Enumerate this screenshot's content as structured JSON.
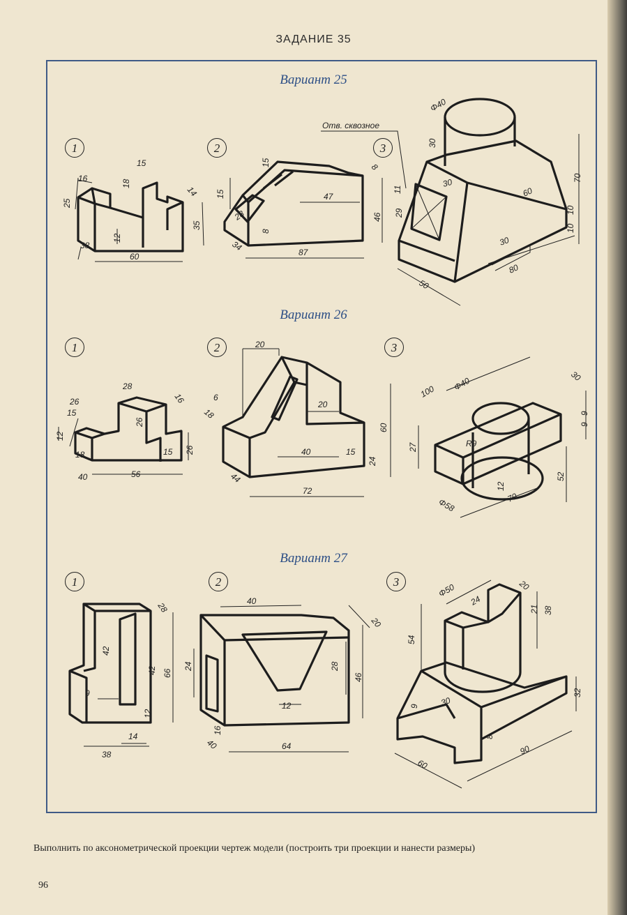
{
  "task_title": "ЗАДАНИЕ 35",
  "variants": [
    {
      "title": "Вариант 25",
      "drawings": [
        {
          "number": "1",
          "dims": [
            "16",
            "15",
            "18",
            "14",
            "25",
            "12",
            "35",
            "38",
            "60"
          ]
        },
        {
          "number": "2",
          "dims": [
            "15",
            "15",
            "47",
            "28",
            "8",
            "46",
            "34",
            "87",
            "8"
          ]
        },
        {
          "number": "3",
          "note": "Отв. сквозное",
          "dims": [
            "Φ40",
            "30",
            "11",
            "29",
            "30",
            "60",
            "70",
            "10",
            "10",
            "30",
            "80",
            "50"
          ]
        }
      ]
    },
    {
      "title": "Вариант 26",
      "drawings": [
        {
          "number": "1",
          "dims": [
            "28",
            "16",
            "26",
            "15",
            "26",
            "12",
            "18",
            "15",
            "26",
            "40",
            "56"
          ]
        },
        {
          "number": "2",
          "dims": [
            "20",
            "6",
            "18",
            "20",
            "60",
            "40",
            "15",
            "24",
            "44",
            "72"
          ]
        },
        {
          "number": "3",
          "dims": [
            "100",
            "Φ40",
            "30",
            "9",
            "9",
            "27",
            "R9",
            "52",
            "12",
            "Φ58",
            "70"
          ]
        }
      ]
    },
    {
      "title": "Вариант 27",
      "drawings": [
        {
          "number": "1",
          "dims": [
            "28",
            "42",
            "42",
            "66",
            "9",
            "12",
            "14",
            "38"
          ]
        },
        {
          "number": "2",
          "dims": [
            "40",
            "20",
            "24",
            "28",
            "46",
            "12",
            "16",
            "40",
            "64"
          ]
        },
        {
          "number": "3",
          "dims": [
            "Φ50",
            "20",
            "24",
            "21",
            "38",
            "54",
            "32",
            "9",
            "30",
            "8",
            "60",
            "90"
          ]
        }
      ]
    }
  ],
  "instruction": "Выполнить по аксонометрической проекции чертеж модели (построить три проекции и нанести размеры)",
  "page_number": "96"
}
